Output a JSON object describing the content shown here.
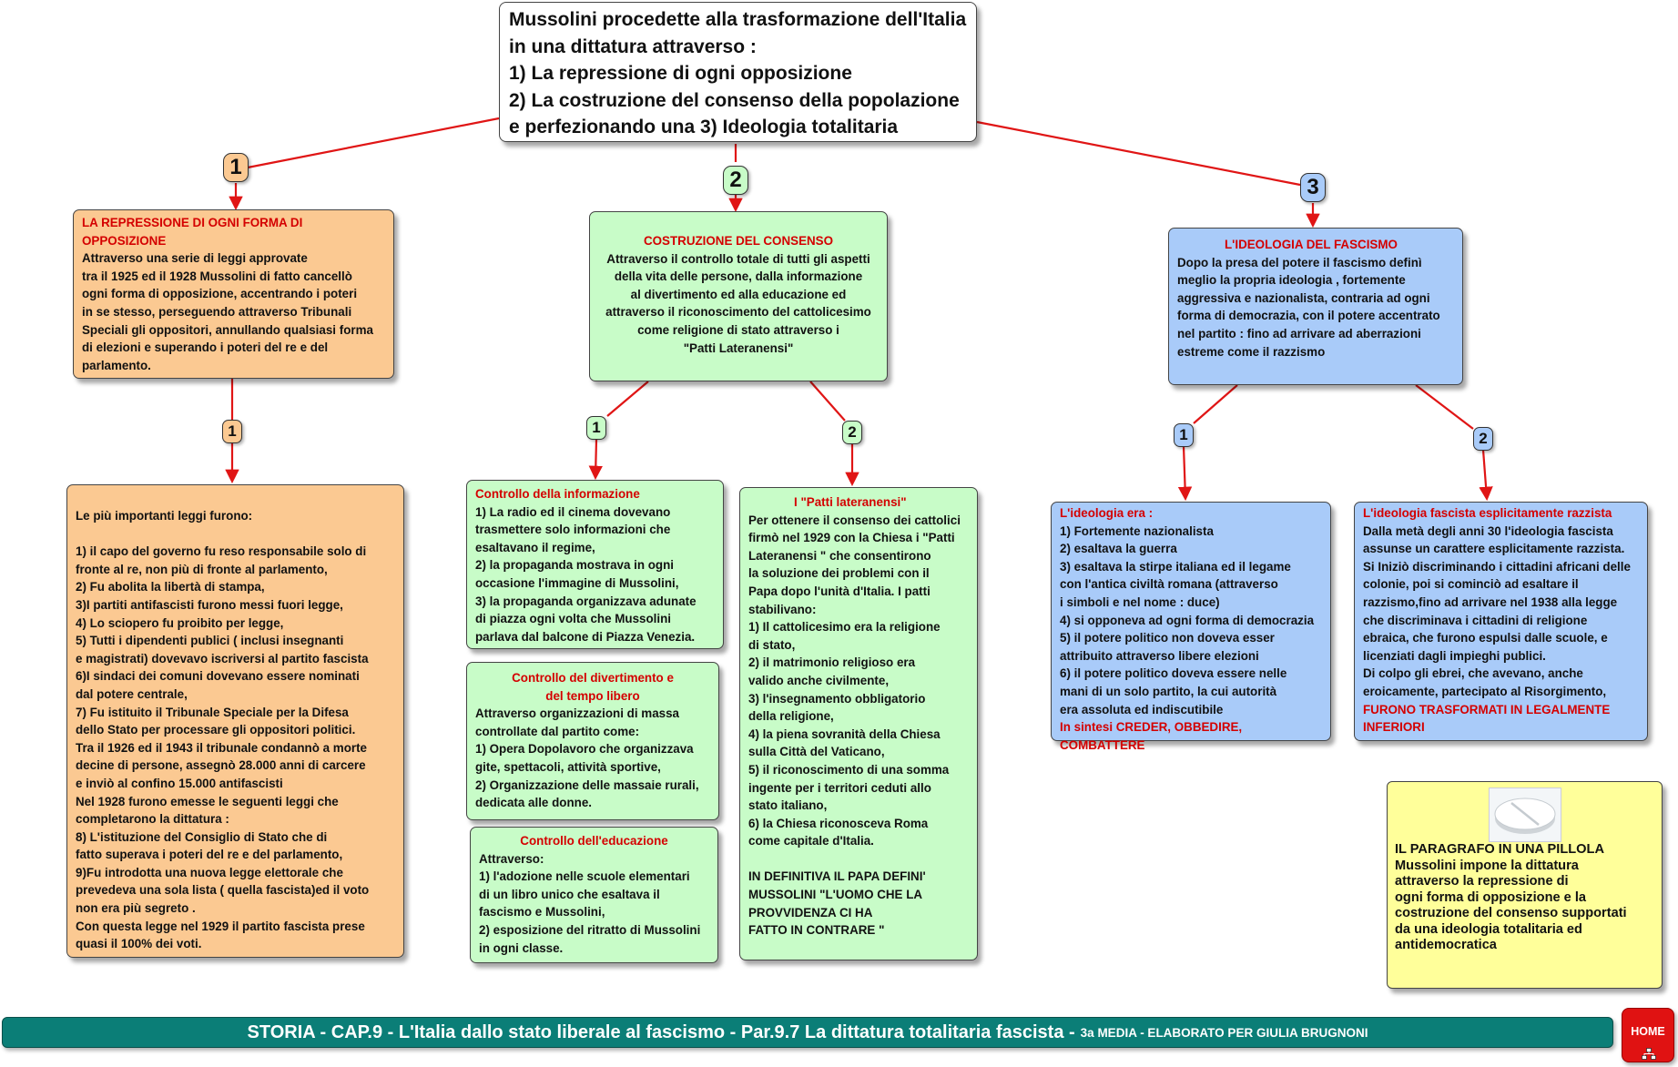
{
  "main": {
    "lines": "Mussolini procedette alla trasformazione dell'Italia\n               in una dittatura attraverso :\n1) La repressione di ogni opposizione\n2) La costruzione del consenso della popolazione\n e perfezionando una 3) Ideologia totalitaria"
  },
  "badges": {
    "b1": "1",
    "b2": "2",
    "b3": "3",
    "b1_1": "1",
    "b2_1": "1",
    "b2_2": "2",
    "b3_1": "1",
    "b3_2": "2"
  },
  "branch1": {
    "title": "LA REPRESSIONE DI OGNI FORMA DI OPPOSIZIONE",
    "text": "Attraverso una serie di leggi  approvate\ntra il 1925 ed il 1928  Mussolini di fatto cancellò\nogni forma di opposizione, accentrando i poteri\nin se stesso, perseguendo attraverso Tribunali\nSpeciali gli oppositori, annullando qualsiasi forma\ndi elezioni e superando i poteri del re e del\nparlamento.",
    "laws": "Le più importanti leggi furono:\n\n1) il capo del governo fu reso responsabile solo di\nfronte al re, non più di fronte al parlamento,\n2) Fu abolita la libertà di stampa,\n3)I partiti antifascisti furono messi fuori legge,\n4) Lo sciopero fu proibito per legge,\n5) Tutti i dipendenti publici ( inclusi insegnanti\ne magistrati)  dovevavo iscriversi al partito fascista\n6)I sindaci dei comuni dovevano essere nominati\ndal potere centrale,\n7) Fu istituito il Tribunale Speciale per la Difesa\ndello Stato per processare gli oppositori politici.\nTra il 1926 ed il 1943 il tribunale condannò a morte\ndecine di persone, assegnò 28.000 anni di carcere\ne inviò al confino 15.000 antifascisti\nNel 1928 furono emesse le seguenti leggi che\ncompletarono la dittatura :\n8) L'istituzione del Consiglio di Stato che di\nfatto superava i poteri del re e del parlamento,\n9)Fu introdotta una nuova legge elettorale che\nprevedeva una sola lista ( quella fascista)ed il voto\nnon era più segreto .\nCon questa legge nel 1929 il partito fascista prese\nquasi il 100% dei voti."
  },
  "branch2": {
    "title": "COSTRUZIONE DEL CONSENSO",
    "text": "Attraverso il controllo totale di tutti gli aspetti\ndella vita delle persone, dalla informazione\nal  divertimento ed alla  educazione ed\nattraverso il riconoscimento del cattolicesimo\ncome religione di stato attraverso i\n\"Patti Lateranensi\"",
    "info_title": "Controllo della informazione",
    "info_text": "1) La radio ed il cinema dovevano\ntrasmettere solo informazioni che\nesaltavano il regime,\n2) la propaganda  mostrava in ogni\noccasione l'immagine di  Mussolini,\n3) la propaganda organizzava adunate\ndi piazza ogni volta che Mussolini\nparlava dal  balcone di Piazza Venezia.",
    "fun_title": "Controllo del divertimento e\ndel tempo libero",
    "fun_text": "Attraverso organizzazioni di massa\n controllate dal partito come:\n1) Opera Dopolavoro che organizzava\ngite, spettacoli, attività sportive,\n2) Organizzazione delle massaie rurali,\ndedicata alle donne.",
    "edu_title": "Controllo dell'educazione",
    "edu_text": "Attraverso:\n1) l'adozione nelle scuole elementari\ndi un libro unico che esaltava il\nfascismo e Mussolini,\n2) esposizione del ritratto di Mussolini\nin ogni classe.",
    "patti_title": "I \"Patti lateranensi\"",
    "patti_text": "Per ottenere il consenso dei cattolici\nfirmò nel 1929 con la Chiesa i \"Patti\nLateranensi \" che  consentirono\nla soluzione dei problemi  con il\nPapa dopo l'unità d'Italia. I patti\nstabilivano:\n1) Il cattolicesimo era la religione\ndi stato,\n2) il matrimonio religioso era\nvalido anche civilmente,\n3) l'insegnamento obbligatorio\ndella religione,\n4) la piena sovranità della Chiesa\nsulla Città del Vaticano,\n5) il riconoscimento di una somma\ningente per i territori ceduti allo\nstato italiano,\n6) la Chiesa riconosceva Roma\ncome capitale d'Italia.\n\nIN DEFINITIVA IL PAPA DEFINI'\nMUSSOLINI \"L'UOMO CHE LA\nPROVVIDENZA CI HA\nFATTO IN CONTRARE \""
  },
  "branch3": {
    "title": "L'IDEOLOGIA DEL FASCISMO",
    "text": "Dopo la presa del potere il fascismo definì\nmeglio la propria ideologia , fortemente\naggressiva e nazionalista, contraria ad ogni\nforma di democrazia,  con il potere accentrato\nnel partito : fino ad arrivare ad aberrazioni\nestreme come il razzismo",
    "ideo_title": "L'ideologia era :",
    "ideo_text": "1) Fortemente nazionalista\n2) esaltava la guerra\n3) esaltava la stirpe italiana ed il legame\ncon l'antica civiltà romana (attraverso\ni simboli e nel nome : duce)\n4) si opponeva ad ogni forma di democrazia\n5) il potere politico non doveva esser\nattribuito  attraverso libere elezioni\n6) il potere politico doveva essere nelle\nmani di un solo partito, la cui autorità\nera assoluta ed indiscutibile",
    "ideo_footer": "In sintesi CREDER, OBBEDIRE, COMBATTERE",
    "razz_title": "L'ideologia fascista esplicitamente razzista",
    "razz_text": "Dalla metà degli anni 30 l'ideologia fascista\nassunse un carattere esplicitamente razzista.\nSi Iniziò discriminando i cittadini africani delle\ncolonie, poi si cominciò ad esaltare il\nrazzismo,fino ad arrivare nel 1938 alla legge\nche  discriminava i cittadini di religione\nebraica,  che furono espulsi dalle scuole, e\nlicenziati dagli impieghi publici.\nDi colpo gli ebrei, che avevano, anche\neroicamente, partecipato al Risorgimento,",
    "razz_footer": "FURONO TRASFORMATI IN LEGALMENTE\n INFERIORI"
  },
  "pill": {
    "text": "IL  PARAGRAFO IN UNA PILLOLA\nMussolini impone la dittatura\nattraverso la repressione di\nogni forma di opposizione e la\ncostruzione del consenso supportati\nda una ideologia totalitaria ed\nantidemocratica"
  },
  "footer": {
    "main": "STORIA - CAP.9 - L'Italia dallo stato liberale al fascismo - Par.9.7 La dittatura totalitaria fascista -",
    "sub": "3a MEDIA - ELABORATO  PER GIULIA BRUGNONI"
  },
  "home": {
    "label": "HOME",
    "icon": "sitemap-icon"
  },
  "colors": {
    "orange_box": "#fbc992",
    "green_box": "#c8fcc8",
    "blue_box": "#a9cbf9",
    "title_red": "#d40000",
    "connector_red": "#e01515",
    "footer_teal": "#0b7e77",
    "home_red": "#e01212",
    "pill_yellow": "#ffff9a"
  }
}
